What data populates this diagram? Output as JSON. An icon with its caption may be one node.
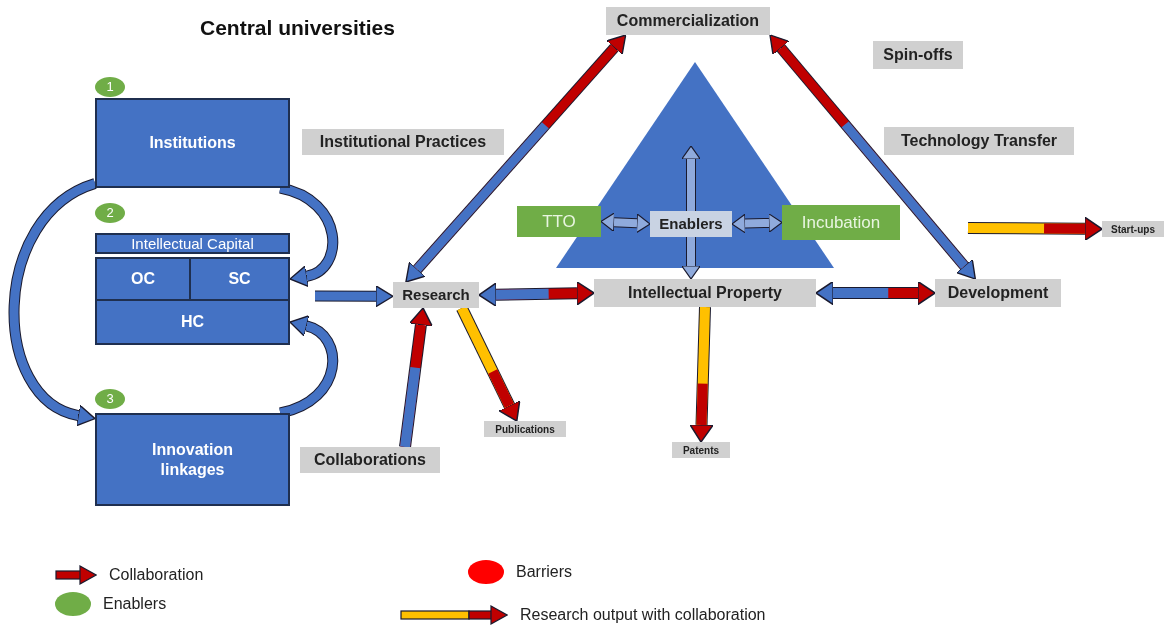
{
  "diagram": {
    "title": "Central universities",
    "nodes": [
      {
        "text": [
          "1"
        ]
      },
      {
        "text": [
          "Institutions"
        ]
      },
      {
        "text": [
          "2"
        ]
      },
      {
        "text": [
          "Intellectual Capital"
        ]
      },
      {
        "text": [
          "OC"
        ]
      },
      {
        "text": [
          "SC"
        ]
      },
      {
        "text": [
          "HC"
        ]
      },
      {
        "text": [
          "3"
        ]
      },
      {
        "text": [
          "Innovation linkages"
        ]
      },
      {
        "text": [
          "Institutional Practices"
        ]
      },
      {
        "text": [
          "Research"
        ]
      },
      {
        "text": [
          "Collaborations"
        ]
      },
      {
        "text": [
          "Publications"
        ]
      },
      {
        "text": [
          "Commercialization"
        ]
      },
      {
        "text": [],
        "shape": "triangle"
      },
      {
        "text": [
          "TTO"
        ]
      },
      {
        "text": [
          "Enablers"
        ],
        "in": 14
      },
      {
        "text": [
          "Incubation"
        ]
      },
      {
        "text": [
          "Intellectual Property"
        ]
      },
      {
        "text": [
          "Patents"
        ]
      },
      {
        "text": [
          "Spin-offs"
        ]
      },
      {
        "text": [
          "Technology Transfer"
        ]
      },
      {
        "text": [
          "Development"
        ]
      },
      {
        "text": [
          "Start-ups"
        ]
      }
    ],
    "edges": [
      {
        "from": 1,
        "to": 5,
        "arrow": "to",
        "color": "#4472c4"
      },
      {
        "from": 1,
        "to": 8,
        "arrow": "to",
        "color": "#4472c4"
      },
      {
        "from": 8,
        "to": 6,
        "arrow": "to",
        "color": "#4472c4"
      },
      {
        "from": null,
        "to": 10,
        "arrow": "to",
        "color": "#4472c4"
      },
      {
        "from": 10,
        "to": 13,
        "arrow": "both",
        "color": "#c00000"
      },
      {
        "from": 22,
        "to": 13,
        "arrow": "both",
        "color": "#c00000"
      },
      {
        "from": 10,
        "to": 18,
        "arrow": "both",
        "color": "#c00000"
      },
      {
        "from": 18,
        "to": 22,
        "arrow": "both",
        "color": "#c00000"
      },
      {
        "from": 11,
        "to": 10,
        "arrow": "to",
        "color": "#c00000"
      },
      {
        "from": 10,
        "to": 12,
        "arrow": "to",
        "color": "#ffc000"
      },
      {
        "from": 18,
        "to": 19,
        "arrow": "to",
        "color": "#ffc000"
      },
      {
        "from": null,
        "to": 23,
        "arrow": "to",
        "color": "#ffc000"
      },
      {
        "from": 16,
        "to": 15,
        "arrow": "both",
        "color": "#8faadc"
      },
      {
        "from": 16,
        "to": 17,
        "arrow": "both",
        "color": "#8faadc"
      },
      {
        "from": 16,
        "to": null,
        "arrow": "to",
        "color": "#8faadc"
      },
      {
        "from": 16,
        "to": 18,
        "arrow": "to",
        "color": "#8faadc"
      }
    ],
    "legend": [
      {
        "text": "Collaboration"
      },
      {
        "text": "Enablers",
        "color": "#70ad47"
      },
      {
        "text": "Barriers",
        "color": "#ff0000"
      },
      {
        "text": "Research output with collaboration"
      }
    ]
  }
}
